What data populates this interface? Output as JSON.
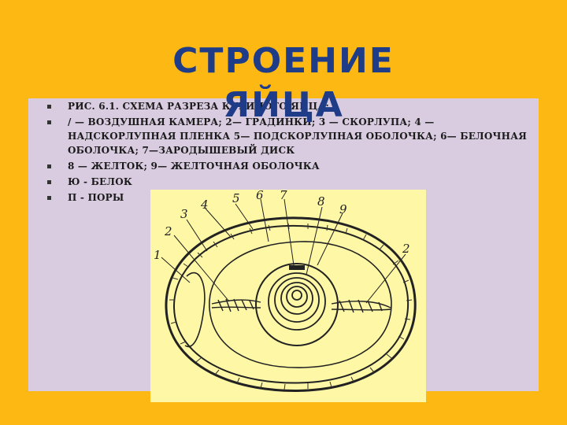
{
  "title": "СТРОЕНИЕ ЯЙЦА",
  "bullets": [
    "РИС. 6.1. СХЕМА РАЗРЕЗА КУРИНОГО ЯЙЦА:",
    "/ — ВОЗДУШНАЯ КАМЕРА; 2— ГРАДИНКИ; 3 — СКОРЛУПА; 4 — НАДСКОРЛУПНАЯ ПЛЕНКА 5— ПОДСКОРЛУПНАЯ ОБОЛОЧКА; 6— БЕЛОЧНАЯ ОБОЛОЧКА; 7—ЗАРОДЫШЕВЫЙ ДИСК",
    "8 — ЖЕЛТОК; 9— ЖЕЛТОЧНАЯ ОБОЛОЧКА",
    "Ю - БЕЛОК",
    "П - ПОРЫ"
  ],
  "figure": {
    "labels": [
      "1",
      "2",
      "3",
      "4",
      "5",
      "6",
      "7",
      "8",
      "9",
      "2"
    ]
  },
  "colors": {
    "background": "#FDB813",
    "panel": "#D9CCE0",
    "title": "#1F3C88",
    "figure_bg": "#FDF7A6"
  }
}
